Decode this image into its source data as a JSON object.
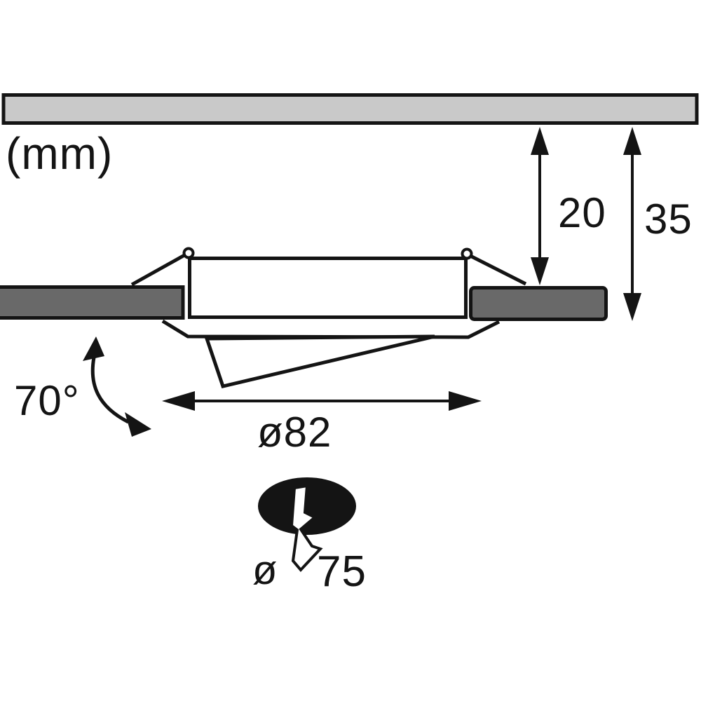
{
  "figure": {
    "unit_label": "(mm)",
    "dimensions": {
      "recess_depth_mm": "20",
      "installation_depth_mm": "35",
      "swivel_angle": "70°",
      "trim_diameter": "ø82",
      "cutout_symbol": "ø",
      "cutout_diameter_mm": "75"
    },
    "icons": {
      "cutout": "cutout-hole-ellipse-icon",
      "bolt": "lightning-bolt-icon"
    },
    "colors": {
      "background": "#ffffff",
      "line": "#141414",
      "ceiling_fill": "#c9c9c9",
      "ceiling_section_fill": "#696969",
      "fixture_fill": "#ffffff",
      "cutout_fill": "#141414"
    }
  }
}
